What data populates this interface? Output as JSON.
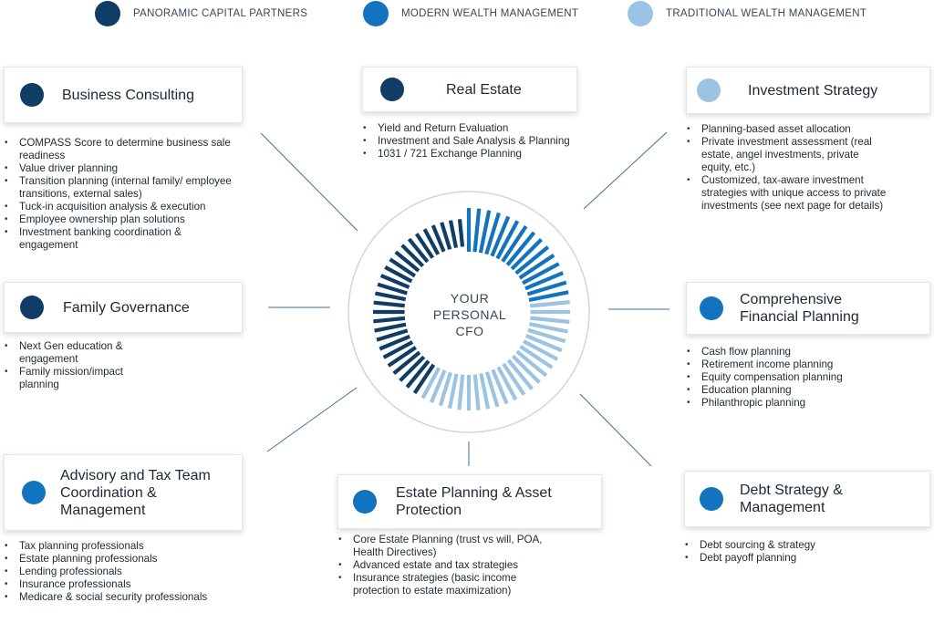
{
  "colors": {
    "panoramic": "#0f3d66",
    "modern": "#1274be",
    "traditional": "#9dc3e2",
    "connector": "#3f6f98"
  },
  "legend": [
    {
      "label": "PANORAMIC CAPITAL PARTNERS",
      "color_key": "panoramic"
    },
    {
      "label": "MODERN WEALTH MANAGEMENT",
      "color_key": "modern"
    },
    {
      "label": "TRADITIONAL WEALTH MANAGEMENT",
      "color_key": "traditional"
    }
  ],
  "center": {
    "line1": "YOUR",
    "line2": "PERSONAL",
    "line3": "CFO"
  },
  "cards": {
    "business_consulting": {
      "title": "Business Consulting",
      "color_key": "panoramic",
      "items": [
        "COMPASS Score to determine business sale readiness",
        "Value driver planning",
        "Transition planning (internal family/ employee transitions, external sales)",
        "Tuck-in acquisition analysis & execution",
        "Employee ownership plan solutions",
        "Investment banking coordination & engagement"
      ]
    },
    "real_estate": {
      "title": "Real Estate",
      "color_key": "panoramic",
      "items": [
        "Yield and Return Evaluation",
        "Investment and Sale Analysis & Planning",
        "1031 / 721 Exchange Planning"
      ]
    },
    "investment_strategy": {
      "title": "Investment Strategy",
      "color_key": "traditional",
      "items": [
        "Planning-based asset allocation",
        "Private investment assessment (real estate, angel investments, private equity, etc.)",
        "Customized, tax-aware investment strategies with unique access to private investments (see next page for details)"
      ]
    },
    "family_governance": {
      "title": "Family Governance",
      "color_key": "panoramic",
      "items": [
        "Next Gen education & engagement",
        "Family mission/impact planning"
      ]
    },
    "comprehensive_planning": {
      "title": "Comprehensive Financial Planning",
      "color_key": "modern",
      "items": [
        "Cash flow planning",
        "Retirement income planning",
        "Equity compensation planning",
        "Education planning",
        "Philanthropic planning"
      ]
    },
    "advisory_tax": {
      "title": "Advisory and Tax Team Coordination & Management",
      "color_key": "modern",
      "items": [
        "Tax planning professionals",
        "Estate planning professionals",
        "Lending professionals",
        "Insurance professionals",
        "Medicare & social security professionals"
      ]
    },
    "estate_planning": {
      "title": "Estate Planning & Asset Protection",
      "color_key": "modern",
      "items": [
        "Core Estate Planning (trust vs will, POA, Health Directives)",
        "Advanced estate and tax strategies",
        "Insurance strategies (basic income protection to estate maximization)"
      ]
    },
    "debt_strategy": {
      "title": "Debt Strategy & Management",
      "color_key": "modern",
      "items": [
        "Debt sourcing & strategy",
        "Debt payoff planning"
      ]
    }
  }
}
